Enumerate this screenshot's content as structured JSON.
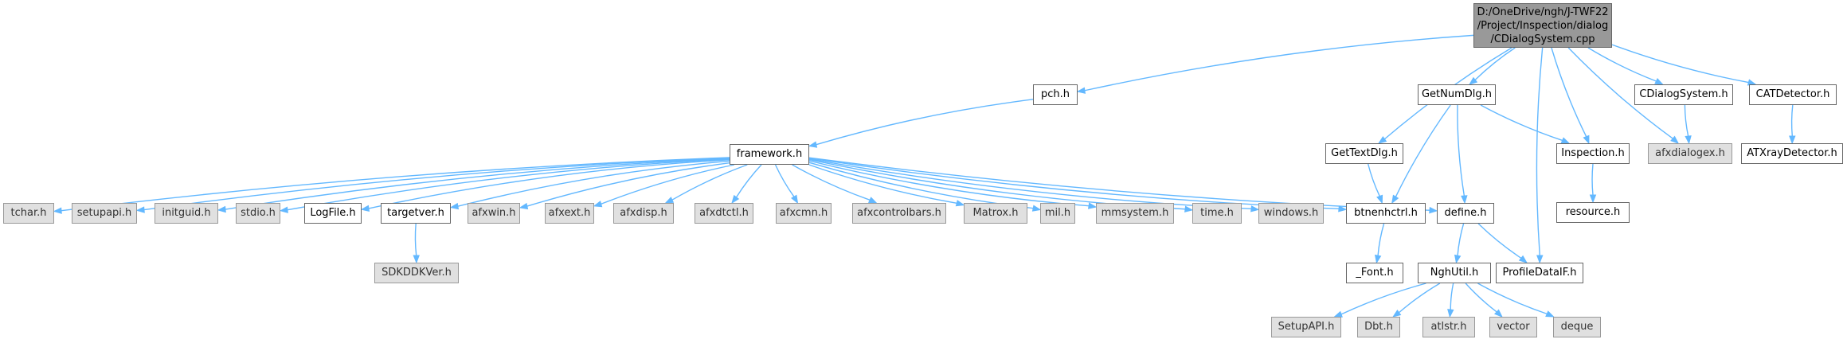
{
  "colors": {
    "edge": "#63b8ff",
    "node_border": "#666666",
    "external_fill": "#e0e0e0",
    "root_fill": "#999999"
  },
  "root": {
    "id": "root",
    "lines": [
      "D:/OneDrive/ngh/J-TWF22",
      "/Project/Inspection/dialog",
      "/CDialogSystem.cpp"
    ]
  },
  "nodes": [
    {
      "id": "pch",
      "label": "pch.h",
      "external": false
    },
    {
      "id": "framework",
      "label": "framework.h",
      "external": false
    },
    {
      "id": "gettextdlg",
      "label": "GetTextDlg.h",
      "external": false
    },
    {
      "id": "getnumdlg",
      "label": "GetNumDlg.h",
      "external": false
    },
    {
      "id": "inspection",
      "label": "Inspection.h",
      "external": false
    },
    {
      "id": "afxdialogex",
      "label": "afxdialogex.h",
      "external": true
    },
    {
      "id": "cdialogsystem",
      "label": "CDialogSystem.h",
      "external": false
    },
    {
      "id": "catdetector",
      "label": "CATDetector.h",
      "external": false
    },
    {
      "id": "atxraydetector",
      "label": "ATXrayDetector.h",
      "external": false
    },
    {
      "id": "resource",
      "label": "resource.h",
      "external": false
    },
    {
      "id": "tchar",
      "label": "tchar.h",
      "external": true
    },
    {
      "id": "setupapi",
      "label": "setupapi.h",
      "external": true
    },
    {
      "id": "initguid",
      "label": "initguid.h",
      "external": true
    },
    {
      "id": "stdio",
      "label": "stdio.h",
      "external": true
    },
    {
      "id": "logfile",
      "label": "LogFile.h",
      "external": false
    },
    {
      "id": "targetver",
      "label": "targetver.h",
      "external": false
    },
    {
      "id": "afxwin",
      "label": "afxwin.h",
      "external": true
    },
    {
      "id": "afxext",
      "label": "afxext.h",
      "external": true
    },
    {
      "id": "afxdisp",
      "label": "afxdisp.h",
      "external": true
    },
    {
      "id": "afxdtctl",
      "label": "afxdtctl.h",
      "external": true
    },
    {
      "id": "afxcmn",
      "label": "afxcmn.h",
      "external": true
    },
    {
      "id": "afxcontrolbars",
      "label": "afxcontrolbars.h",
      "external": true
    },
    {
      "id": "matrox",
      "label": "Matrox.h",
      "external": true
    },
    {
      "id": "mil",
      "label": "mil.h",
      "external": true
    },
    {
      "id": "mmsystem",
      "label": "mmsystem.h",
      "external": true
    },
    {
      "id": "time",
      "label": "time.h",
      "external": true
    },
    {
      "id": "windows",
      "label": "windows.h",
      "external": true
    },
    {
      "id": "btnenhctrl",
      "label": "btnenhctrl.h",
      "external": false
    },
    {
      "id": "define",
      "label": "define.h",
      "external": false
    },
    {
      "id": "profiledataif",
      "label": "ProfileDataIF.h",
      "external": false
    },
    {
      "id": "sdkddkver",
      "label": "SDKDDKVer.h",
      "external": true
    },
    {
      "id": "font",
      "label": "_Font.h",
      "external": false
    },
    {
      "id": "nghutil",
      "label": "NghUtil.h",
      "external": false
    },
    {
      "id": "setupapi2",
      "label": "SetupAPI.h",
      "external": true
    },
    {
      "id": "dbt",
      "label": "Dbt.h",
      "external": true
    },
    {
      "id": "atlstr",
      "label": "atlstr.h",
      "external": true
    },
    {
      "id": "vector",
      "label": "vector",
      "external": true
    },
    {
      "id": "deque",
      "label": "deque",
      "external": true
    }
  ],
  "edges": [
    [
      "root",
      "pch"
    ],
    [
      "root",
      "gettextdlg"
    ],
    [
      "root",
      "getnumdlg"
    ],
    [
      "root",
      "profiledataif"
    ],
    [
      "root",
      "inspection"
    ],
    [
      "root",
      "afxdialogex"
    ],
    [
      "root",
      "cdialogsystem"
    ],
    [
      "root",
      "catdetector"
    ],
    [
      "pch",
      "framework"
    ],
    [
      "framework",
      "tchar"
    ],
    [
      "framework",
      "setupapi"
    ],
    [
      "framework",
      "initguid"
    ],
    [
      "framework",
      "stdio"
    ],
    [
      "framework",
      "logfile"
    ],
    [
      "framework",
      "targetver"
    ],
    [
      "framework",
      "afxwin"
    ],
    [
      "framework",
      "afxext"
    ],
    [
      "framework",
      "afxdisp"
    ],
    [
      "framework",
      "afxdtctl"
    ],
    [
      "framework",
      "afxcmn"
    ],
    [
      "framework",
      "afxcontrolbars"
    ],
    [
      "framework",
      "matrox"
    ],
    [
      "framework",
      "mil"
    ],
    [
      "framework",
      "mmsystem"
    ],
    [
      "framework",
      "time"
    ],
    [
      "framework",
      "windows"
    ],
    [
      "framework",
      "btnenhctrl"
    ],
    [
      "framework",
      "define"
    ],
    [
      "targetver",
      "sdkddkver"
    ],
    [
      "gettextdlg",
      "btnenhctrl"
    ],
    [
      "getnumdlg",
      "btnenhctrl"
    ],
    [
      "getnumdlg",
      "define"
    ],
    [
      "getnumdlg",
      "inspection"
    ],
    [
      "cdialogsystem",
      "afxdialogex"
    ],
    [
      "catdetector",
      "atxraydetector"
    ],
    [
      "inspection",
      "resource"
    ],
    [
      "btnenhctrl",
      "font"
    ],
    [
      "define",
      "nghutil"
    ],
    [
      "define",
      "profiledataif"
    ],
    [
      "nghutil",
      "setupapi2"
    ],
    [
      "nghutil",
      "dbt"
    ],
    [
      "nghutil",
      "atlstr"
    ],
    [
      "nghutil",
      "vector"
    ],
    [
      "nghutil",
      "deque"
    ]
  ]
}
